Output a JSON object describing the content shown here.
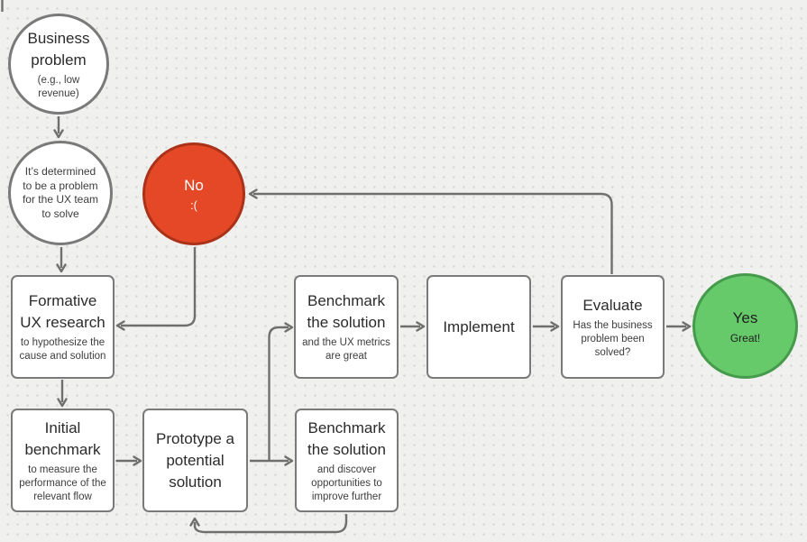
{
  "colors": {
    "background": "#f0f0ee",
    "dot": "#d6d6d4",
    "node_fill": "#ffffff",
    "node_border": "#7a7a7a",
    "connector": "#6f6f6f",
    "title_text": "#2b2b2b",
    "subtitle_text": "#3d3d3d",
    "no_fill": "#e44826",
    "no_border": "#a93219",
    "no_text": "#ffffff",
    "yes_fill": "#66c96a",
    "yes_border": "#459a4b",
    "yes_text": "#1e1e1e"
  },
  "nodes": {
    "business_problem": {
      "title": "Business\nproblem",
      "subtitle": "(e.g., low\nrevenue)"
    },
    "ux_problem": {
      "text": "It’s determined\nto be a problem\nfor the UX team\nto solve"
    },
    "no": {
      "title": "No",
      "subtitle": ":("
    },
    "formative_research": {
      "title": "Formative\nUX research",
      "subtitle": "to hypothesize the\ncause and solution"
    },
    "initial_benchmark": {
      "title": "Initial\nbenchmark",
      "subtitle": "to measure the\nperformance of the\nrelevant flow"
    },
    "prototype": {
      "title": "Prototype a\npotential\nsolution"
    },
    "benchmark_improve": {
      "title": "Benchmark\nthe solution",
      "subtitle": "and discover\nopportunities to\nimprove further"
    },
    "benchmark_great": {
      "title": "Benchmark\nthe solution",
      "subtitle": "and the UX metrics\nare great"
    },
    "implement": {
      "title": "Implement"
    },
    "evaluate": {
      "title": "Evaluate",
      "subtitle": "Has the business\nproblem been\nsolved?"
    },
    "yes": {
      "title": "Yes",
      "subtitle": "Great!"
    }
  }
}
